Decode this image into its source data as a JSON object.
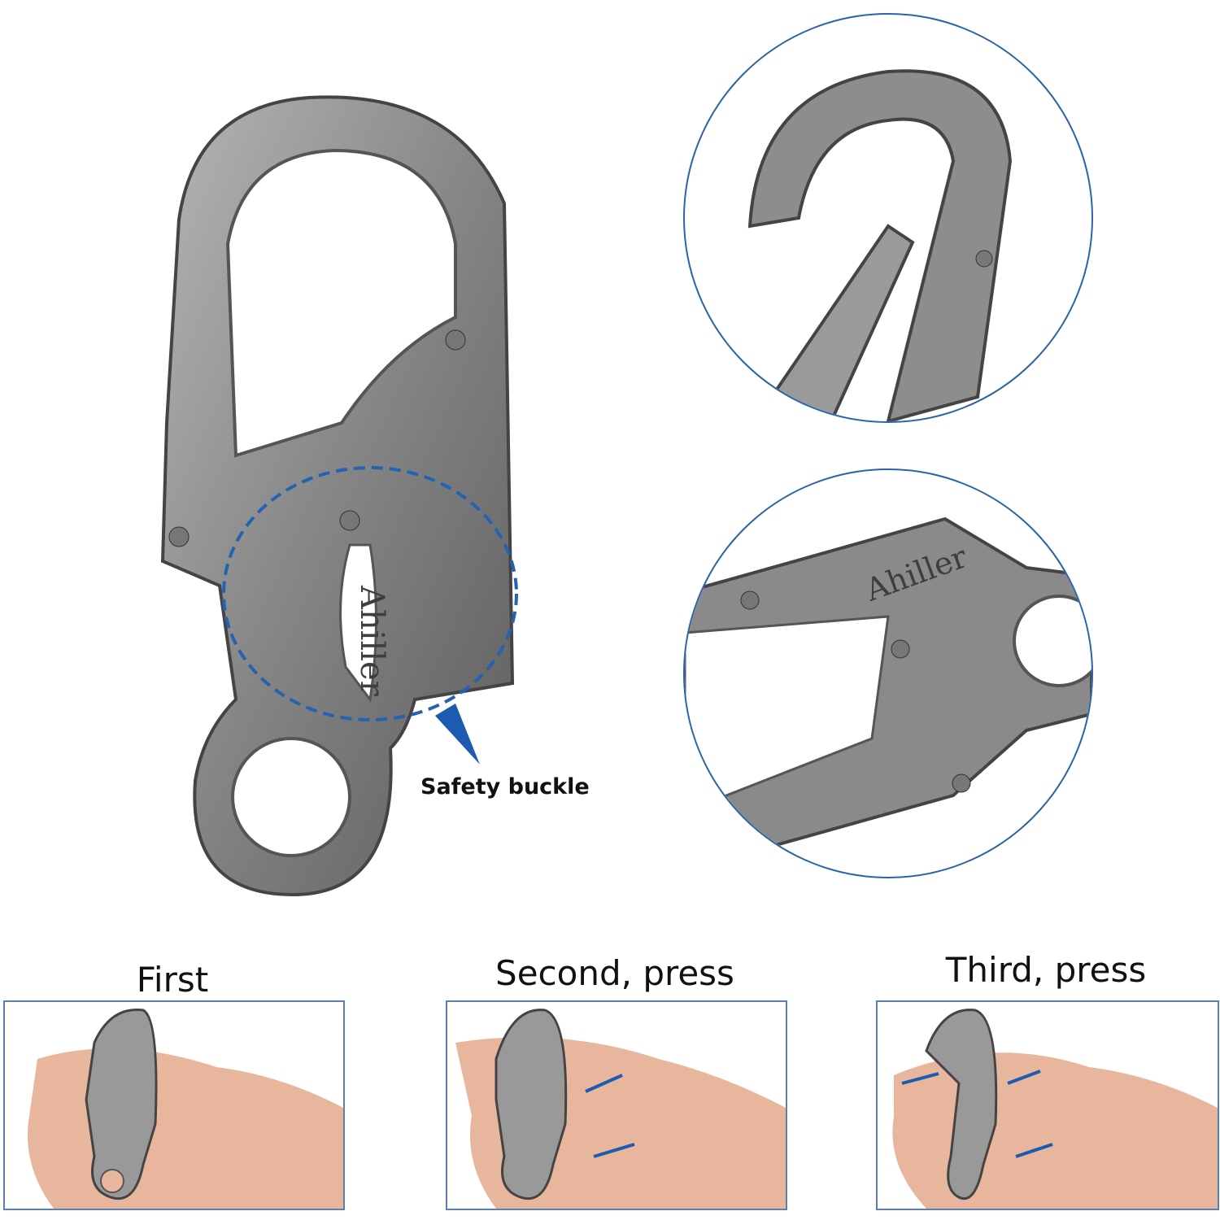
{
  "product": {
    "brand_engraving": "Ahiller",
    "callout_label": "Safety buckle"
  },
  "steps": [
    {
      "label": "First"
    },
    {
      "label": "Second, press"
    },
    {
      "label": "Third, press"
    }
  ],
  "colors": {
    "metal": "#8a8a8a",
    "metal_dark": "#4e4e4e",
    "circle_border": "#2a63a6",
    "arrow": "#1d5bb0",
    "skin": "#eab8a0"
  }
}
